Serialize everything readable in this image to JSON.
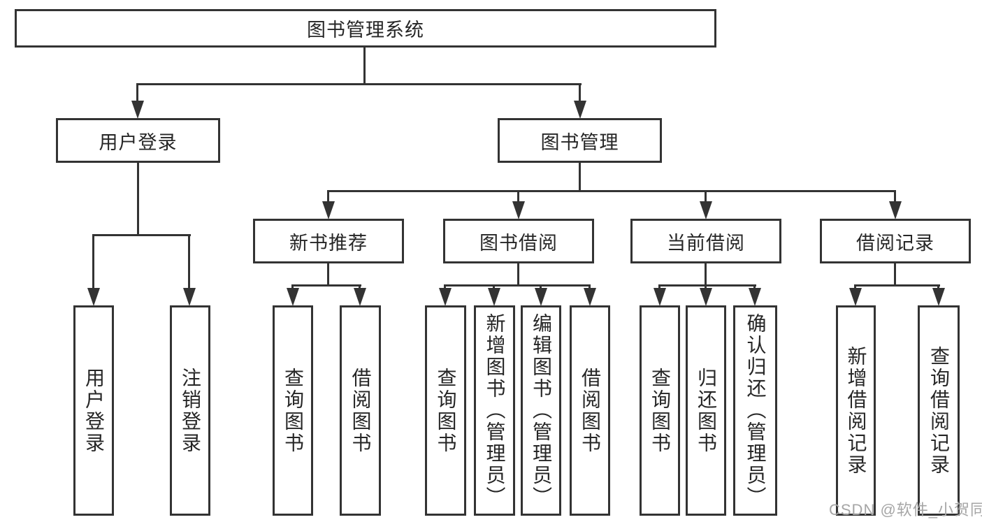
{
  "diagram": {
    "root": {
      "label": "图书管理系统"
    },
    "user_login": {
      "label": "用户登录",
      "children": [
        {
          "label": "用户登录"
        },
        {
          "label": "注销登录"
        }
      ]
    },
    "book_mgmt": {
      "label": "图书管理",
      "children": [
        {
          "label": "新书推荐",
          "children": [
            {
              "label": "查询图书"
            },
            {
              "label": "借阅图书"
            }
          ]
        },
        {
          "label": "图书借阅",
          "children": [
            {
              "label": "查询图书"
            },
            {
              "label": "新增图书（管理员）"
            },
            {
              "label": "编辑图书（管理员）"
            },
            {
              "label": "借阅图书"
            }
          ]
        },
        {
          "label": "当前借阅",
          "children": [
            {
              "label": "查询图书"
            },
            {
              "label": "归还图书"
            },
            {
              "label": "确认归还（管理员）"
            }
          ]
        },
        {
          "label": "借阅记录",
          "children": [
            {
              "label": "新增借阅记录"
            },
            {
              "label": "查询借阅记录"
            }
          ]
        }
      ]
    },
    "watermark": "CSDN @软件_小贺同学",
    "colors": {
      "line": "#333333",
      "text": "#262626",
      "background": "#ffffff",
      "watermark": "#a6a6a6"
    }
  }
}
